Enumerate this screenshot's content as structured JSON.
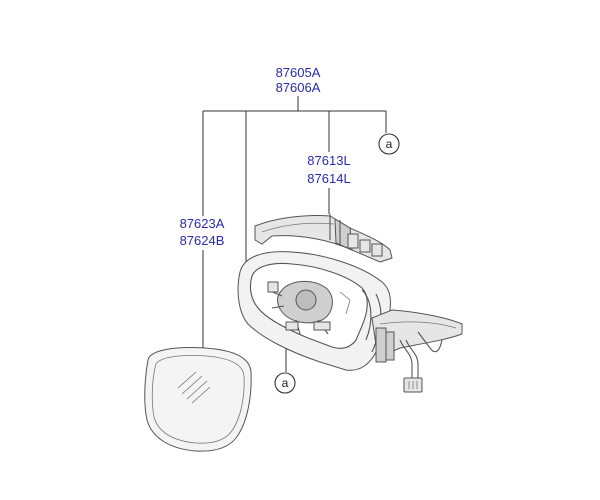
{
  "labels": {
    "assembly_left": "87605A",
    "assembly_right": "87606A",
    "repeater_left": "87613L",
    "repeater_right": "87614L",
    "glass_left": "87623A",
    "glass_right": "87624B"
  },
  "callouts": {
    "top": "a",
    "bottom": "a"
  },
  "colors": {
    "label": "#2a2ab0",
    "line": "#333333"
  }
}
